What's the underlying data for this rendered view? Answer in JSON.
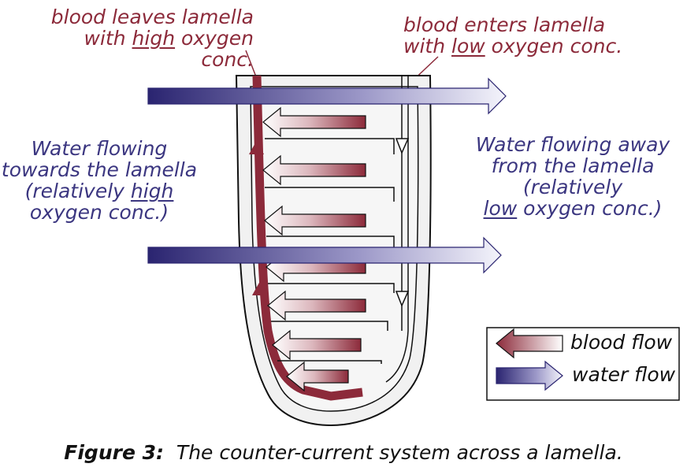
{
  "labels": {
    "blood_leaves": {
      "line1": "blood leaves lamella",
      "line2_pre": "with ",
      "line2_u": "high",
      "line2_post": " oxygen conc."
    },
    "blood_enters": {
      "line1": "blood enters lamella",
      "line2_pre": "with ",
      "line2_u": "low",
      "line2_post": " oxygen conc."
    },
    "water_towards": {
      "line1": "Water flowing",
      "line2": "towards the lamella",
      "line3_pre": "(relatively ",
      "line3_u": "high",
      "line4": "oxygen conc.)"
    },
    "water_away": {
      "line1": "Water flowing away",
      "line2": "from the lamella",
      "line3": "(relatively",
      "line4_u": "low",
      "line4_post": " oxygen conc.)"
    }
  },
  "legend": {
    "blood": "blood flow",
    "water": "water flow"
  },
  "caption": {
    "label": "Figure 3:",
    "text": "The counter-current system across a lamella."
  },
  "colors": {
    "blood": "#8c2a3a",
    "water": "#3b3680",
    "outline": "#111111",
    "lamella_fill": "#f1f1f1"
  }
}
